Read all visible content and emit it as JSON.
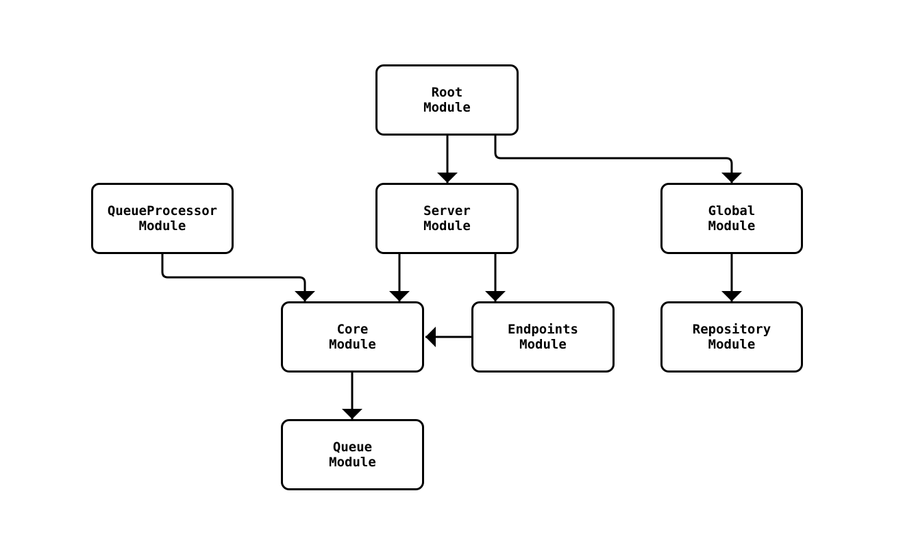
{
  "diagram": {
    "type": "flowchart",
    "background_color": "#ffffff",
    "node_border_color": "#000000",
    "node_fill_color": "#ffffff",
    "edge_color": "#000000",
    "nodes": {
      "root": {
        "label": "Root\nModule"
      },
      "server": {
        "label": "Server\nModule"
      },
      "queueprocessor": {
        "label": "QueueProcessor\nModule"
      },
      "global": {
        "label": "Global\nModule"
      },
      "core": {
        "label": "Core\nModule"
      },
      "endpoints": {
        "label": "Endpoints\nModule"
      },
      "repository": {
        "label": "Repository\nModule"
      },
      "queue": {
        "label": "Queue\nModule"
      }
    },
    "edges": [
      {
        "from": "Root Module",
        "to": "Server Module"
      },
      {
        "from": "Root Module",
        "to": "Global Module"
      },
      {
        "from": "QueueProcessor Module",
        "to": "Core Module"
      },
      {
        "from": "Server Module",
        "to": "Core Module"
      },
      {
        "from": "Server Module",
        "to": "Endpoints Module"
      },
      {
        "from": "Endpoints Module",
        "to": "Core Module"
      },
      {
        "from": "Global Module",
        "to": "Repository Module"
      },
      {
        "from": "Core Module",
        "to": "Queue Module"
      }
    ]
  }
}
